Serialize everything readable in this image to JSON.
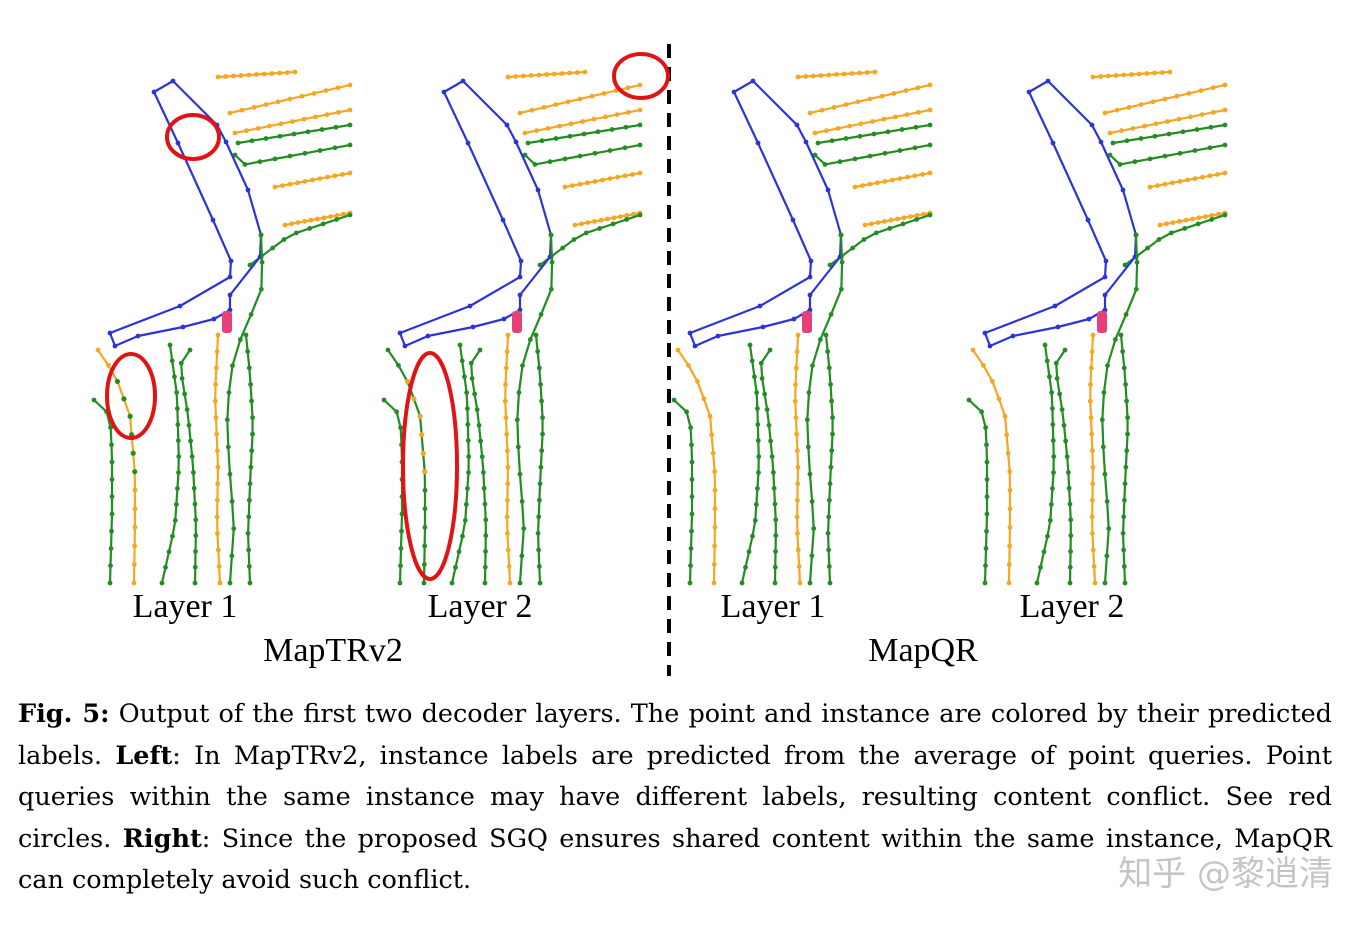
{
  "figure": {
    "panels": [
      {
        "label": "Layer 1"
      },
      {
        "label": "Layer 2"
      },
      {
        "label": "Layer 1"
      },
      {
        "label": "Layer 2"
      }
    ],
    "methods": [
      "MapTRv2",
      "MapQR"
    ],
    "colors": {
      "boundary": "#2b35d6",
      "divider": "#238c23",
      "ped_crossing": "#f5a623",
      "conflict_circle": "#e01414",
      "ego_car": "#e6407a"
    }
  },
  "caption": {
    "fig_label": "Fig. 5:",
    "part1": " Output of the first two decoder layers. The point and instance are colored by their predicted labels. ",
    "left_label": "Left",
    "part2": ": In MapTRv2, instance labels are predicted from the average of point queries. Point queries within the same instance may have different labels, resulting content conflict. See red circles. ",
    "right_label": "Right",
    "part3": ": Since the proposed SGQ ensures shared content within the same instance, MapQR can completely avoid such conflict."
  },
  "watermark": "知乎 @黎逍清"
}
